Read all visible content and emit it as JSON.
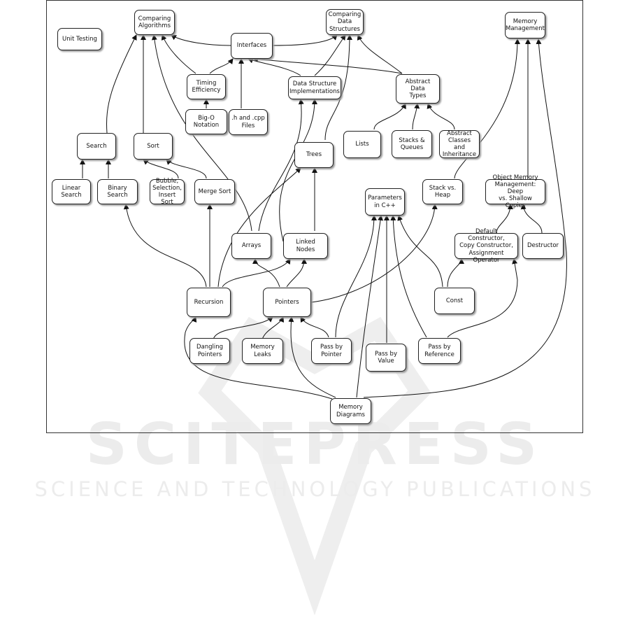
{
  "watermark": {
    "title": "SCITEPRESS",
    "subtitle": "SCIENCE AND TECHNOLOGY PUBLICATIONS"
  },
  "nodes": {
    "unit_testing": "Unit Testing",
    "comparing_algorithms": "Comparing\nAlgorithms",
    "comparing_data_structures": "Comparing\nData\nStructures",
    "memory_management": "Memory\nManagement",
    "interfaces": "Interfaces",
    "timing_efficiency": "Timing\nEfficiency",
    "data_structure_implementations": "Data Structure\nImplementations",
    "abstract_data_types": "Abstract Data\nTypes",
    "big_o_notation": "Big-O Notation",
    "h_cpp_files": ".h and .cpp\nFiles",
    "lists": "Lists",
    "stacks_queues": "Stacks &\nQueues",
    "abstract_classes": "Abstract\nClasses and\nInheritance",
    "search": "Search",
    "sort": "Sort",
    "trees": "Trees",
    "linear_search": "Linear Search",
    "binary_search": "Binary Search",
    "bubble_sort": "Bubble,\nSelection,\nInsert Sort",
    "merge_sort": "Merge Sort",
    "parameters_cpp": "Parameters\nin C++",
    "stack_vs_heap": "Stack vs. Heap",
    "object_memory": "Object Memory\nManagement: Deep\nvs. Shallow Copies",
    "arrays": "Arrays",
    "linked_nodes": "Linked Nodes",
    "default_constructor": "Default Constructor,\nCopy Constructor,\nAssignment Operator",
    "destructor": "Destructor",
    "recursion": "Recursion",
    "pointers": "Pointers",
    "const": "Const",
    "dangling_pointers": "Dangling\nPointers",
    "memory_leaks": "Memory Leaks",
    "pass_by_pointer": "Pass by\nPointer",
    "pass_by_value": "Pass by Value",
    "pass_by_reference": "Pass by\nReference",
    "memory_diagrams": "Memory\nDiagrams"
  }
}
